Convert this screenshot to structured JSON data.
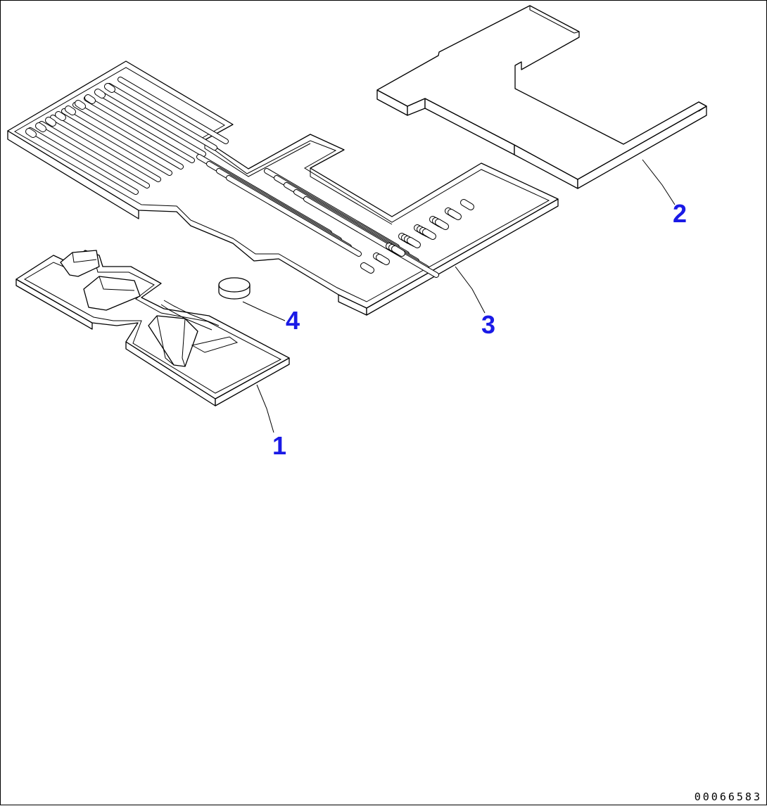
{
  "diagram": {
    "callouts": {
      "item1": "1",
      "item2": "2",
      "item3": "3",
      "item4": "4"
    },
    "drawing_number": "00066583"
  }
}
